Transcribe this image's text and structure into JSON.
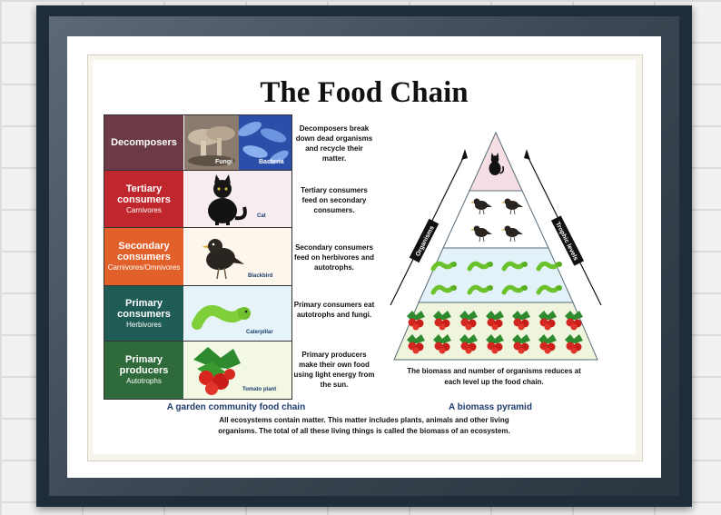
{
  "title": "The Food Chain",
  "chain": {
    "levels": [
      {
        "name": "Decomposers",
        "sub": "",
        "color": "#6b3a46",
        "captions": [
          "Fungi",
          "Bacteria"
        ],
        "desc": "Decomposers break down dead organisms and recycle their matter."
      },
      {
        "name": "Tertiary consumers",
        "sub": "Carnivores",
        "color": "#c0272d",
        "captions": [
          "Cat"
        ],
        "desc": "Tertiary consumers feed on secondary consumers."
      },
      {
        "name": "Secondary consumers",
        "sub": "Carnivores/Omnivores",
        "color": "#e2602a",
        "captions": [
          "Blackbird"
        ],
        "desc": "Secondary consumers feed on herbivores and autotrophs."
      },
      {
        "name": "Primary consumers",
        "sub": "Herbivores",
        "color": "#1f5c55",
        "captions": [
          "Caterpillar"
        ],
        "desc": "Primary consumers eat autotrophs and fungi."
      },
      {
        "name": "Primary producers",
        "sub": "Autotrophs",
        "color": "#2f6a3b",
        "captions": [
          "Tomato plant"
        ],
        "desc": "Primary producers make their own food using light energy from the sun."
      }
    ],
    "caption": "A garden community food chain"
  },
  "pyramid": {
    "left_label": "Organisms",
    "right_label": "Trophic levels",
    "tiers": [
      {
        "icon": "cat",
        "count": 1,
        "fill": "#f6dfe4"
      },
      {
        "icon": "blackbird",
        "count": 4,
        "fill": "#ffffff"
      },
      {
        "icon": "caterpillar",
        "count": 8,
        "fill": "#e2f2f8"
      },
      {
        "icon": "tomato",
        "count": 14,
        "fill": "#eef5dc"
      }
    ],
    "note": "The biomass and number of organisms reduces at each level up the food chain.",
    "caption": "A biomass pyramid"
  },
  "summary": "All ecosystems contain matter. This matter includes plants, animals and other living organisms. The total of all these living things is called the biomass of an ecosystem."
}
